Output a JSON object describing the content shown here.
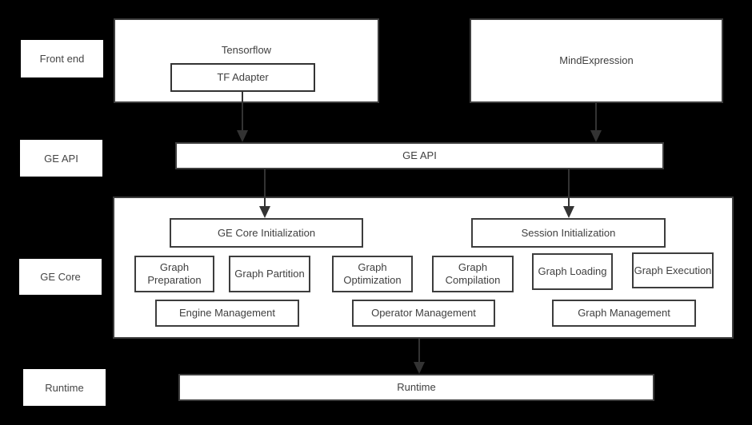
{
  "colors": {
    "background": "#000000",
    "box_fill": "#ffffff",
    "box_border": "#3d3d3d",
    "text": "#404040",
    "arrow": "#333333"
  },
  "row_labels": [
    {
      "label": "Front end"
    },
    {
      "label": "GE API"
    },
    {
      "label": "GE Core"
    },
    {
      "label": "Runtime"
    }
  ],
  "front_end": {
    "tensorflow": {
      "title": "Tensorflow",
      "adapter_label": "TF Adapter"
    },
    "mind_expression": {
      "title": "MindExpression"
    }
  },
  "ge_api": {
    "bar_label": "GE API"
  },
  "ge_core": {
    "initialization_boxes": [
      {
        "label": "GE Core Initialization"
      },
      {
        "label": "Session Initialization"
      }
    ],
    "phase_boxes": [
      {
        "label": "Graph Preparation"
      },
      {
        "label": "Graph Partition"
      },
      {
        "label": "Graph Optimization"
      },
      {
        "label": "Graph Compilation"
      },
      {
        "label": "Graph Loading"
      },
      {
        "label": "Graph Execution"
      }
    ],
    "management_boxes": [
      {
        "label": "Engine Management"
      },
      {
        "label": "Operator Management"
      },
      {
        "label": "Graph Management"
      }
    ]
  },
  "runtime": {
    "bar_label": "Runtime"
  }
}
